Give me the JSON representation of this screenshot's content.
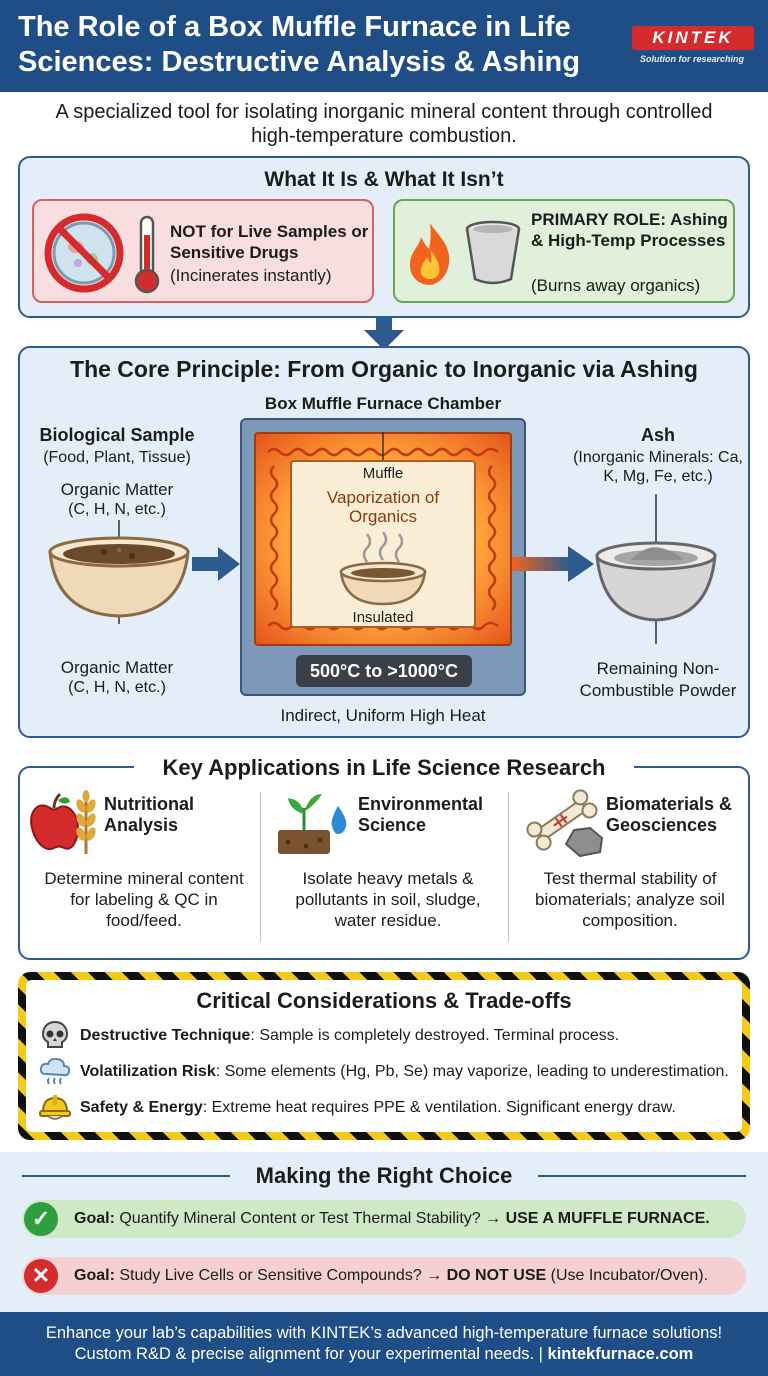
{
  "header": {
    "title": "The Role of a Box Muffle Furnace in Life Sciences: Destructive Analysis & Ashing",
    "logo": "KINTEK",
    "logo_tagline": "Solution for researching"
  },
  "subtitle": "A specialized tool for isolating inorganic mineral content through controlled high-temperature combustion.",
  "what_it_is": {
    "title": "What It Is & What It Isn’t",
    "not_card": {
      "title": "NOT for Live Samples or Sensitive Drugs",
      "note": "(Incinerates instantly)",
      "icons": [
        "no-cells-icon",
        "thermometer-icon"
      ]
    },
    "role_card": {
      "title": "PRIMARY ROLE: Ashing & High-Temp Processes",
      "note": "(Burns away organics)",
      "icons": [
        "flame-icon",
        "crucible-icon"
      ]
    }
  },
  "core": {
    "title": "The Core Principle: From Organic to Inorganic via Ashing",
    "chamber_label": "Box Muffle Furnace Chamber",
    "sample_title": "Biological Sample",
    "sample_sub": "(Food, Plant, Tissue)",
    "organic_top": "Organic Matter",
    "organic_top_sub": "(C, H, N, etc.)",
    "organic_bottom": "Organic Matter",
    "organic_bottom_sub": "(C, H, N, etc.)",
    "muffle": "Muffle",
    "vaporization": "Vaporization of Organics",
    "insulated": "Insulated",
    "temperature": "500°C to >1000°C",
    "heat_note": "Indirect, Uniform High Heat",
    "ash_title": "Ash",
    "ash_sub": "(Inorganic Minerals: Ca, K, Mg, Fe, etc.)",
    "remaining": "Remaining Non-Combustible Powder"
  },
  "applications": {
    "title": "Key Applications in Life Science Research",
    "items": [
      {
        "title": "Nutritional Analysis",
        "desc": "Determine mineral content for labeling & QC in food/feed.",
        "icon": "apple-wheat-icon"
      },
      {
        "title": "Environmental Science",
        "desc": "Isolate heavy metals & pollutants in soil, sludge, water residue.",
        "icon": "soil-water-icon"
      },
      {
        "title": "Biomaterials & Geosciences",
        "desc": "Test thermal stability of biomaterials; analyze soil composition.",
        "icon": "bone-rock-icon"
      }
    ]
  },
  "considerations": {
    "title": "Critical Considerations & Trade-offs",
    "items": [
      {
        "title": "Destructive Technique",
        "text": ": Sample is completely destroyed. Terminal process.",
        "icon": "skull-icon"
      },
      {
        "title": "Volatilization Risk",
        "text": ": Some elements (Hg, Pb, Se) may vaporize, leading to underestimation.",
        "icon": "vapor-cloud-icon"
      },
      {
        "title": "Safety & Energy",
        "text": ": Extreme heat requires PPE & ventilation. Significant energy draw.",
        "icon": "hard-hat-icon"
      }
    ]
  },
  "choice": {
    "title": "Making the Right Choice",
    "yes": {
      "label": "Goal:",
      "text": " Quantify Mineral Content or Test Thermal Stability? → ",
      "emphasis": "USE A MUFFLE FURNACE."
    },
    "no": {
      "label": "Goal:",
      "text": " Study Live Cells or Sensitive Compounds? → ",
      "emphasis": "DO NOT USE",
      "tail": " (Use Incubator/Oven)."
    }
  },
  "footer": {
    "line1": "Enhance your lab’s capabilities with KINTEK’s advanced high-temperature furnace solutions!",
    "line2": "Custom R&D & precise alignment for your experimental needs. | ",
    "site": "kintekfurnace.com"
  },
  "colors": {
    "navy": "#1f4e86",
    "panel": "#e4eef8",
    "red": "#d42c2c",
    "green": "#2e9e3e",
    "hazard": "#f3c91a"
  }
}
